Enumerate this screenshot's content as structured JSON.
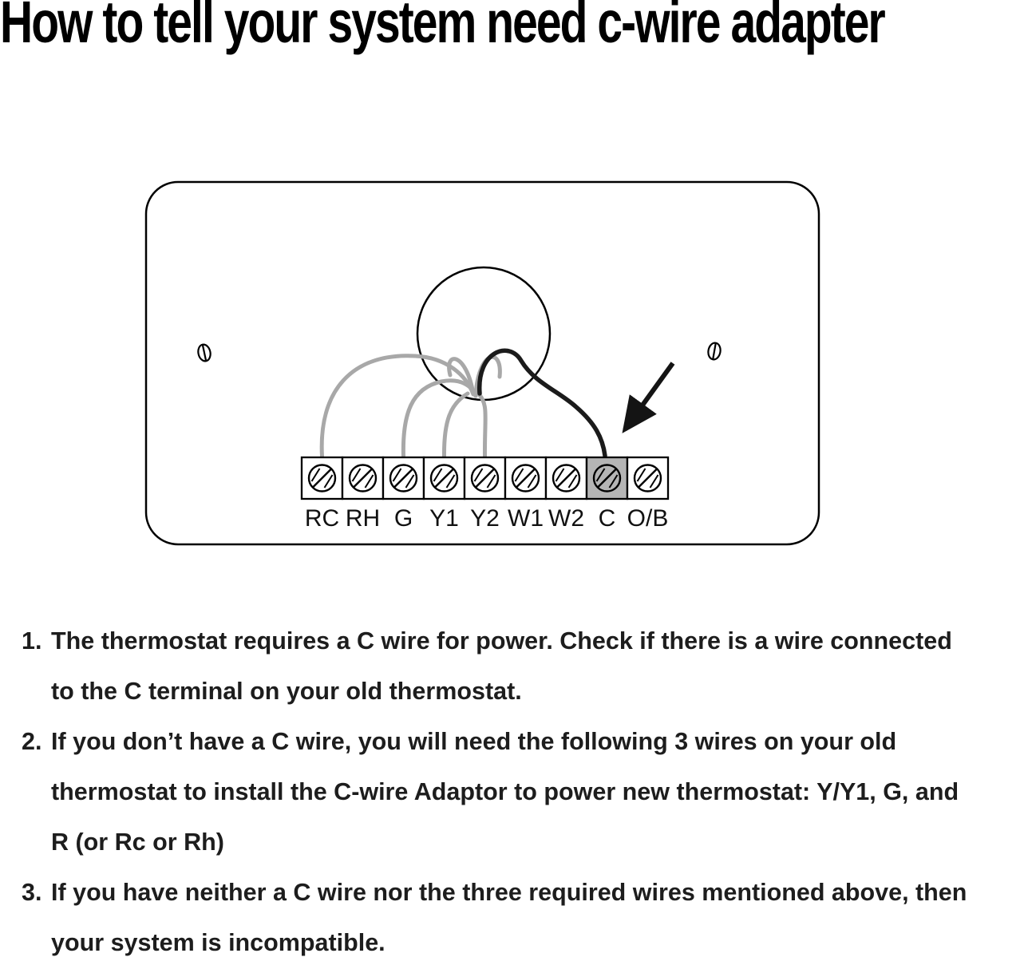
{
  "title": "How to tell your system need c-wire adapter",
  "diagram": {
    "terminals": [
      "RC",
      "RH",
      "G",
      "Y1",
      "Y2",
      "W1",
      "W2",
      "C",
      "O/B"
    ],
    "highlighted_terminal": "C",
    "colors": {
      "wire_gray": "#a8a8a8",
      "wire_black": "#1b1b1b",
      "terminal_highlight": "#b5b5b5",
      "outline": "#000000"
    }
  },
  "instructions": [
    {
      "number": "1.",
      "text": "The thermostat requires a C wire for power. Check if there is a wire connected to the C terminal on your old thermostat."
    },
    {
      "number": "2.",
      "text": "If you don’t have a C wire, you will need the following 3 wires on your old thermostat to install the C-wire Adaptor to power new thermostat: Y/Y1, G, and R (or Rc or Rh)"
    },
    {
      "number": "3.",
      "text": "If you have neither a C wire nor the three required wires mentioned above, then your system is incompatible."
    }
  ]
}
